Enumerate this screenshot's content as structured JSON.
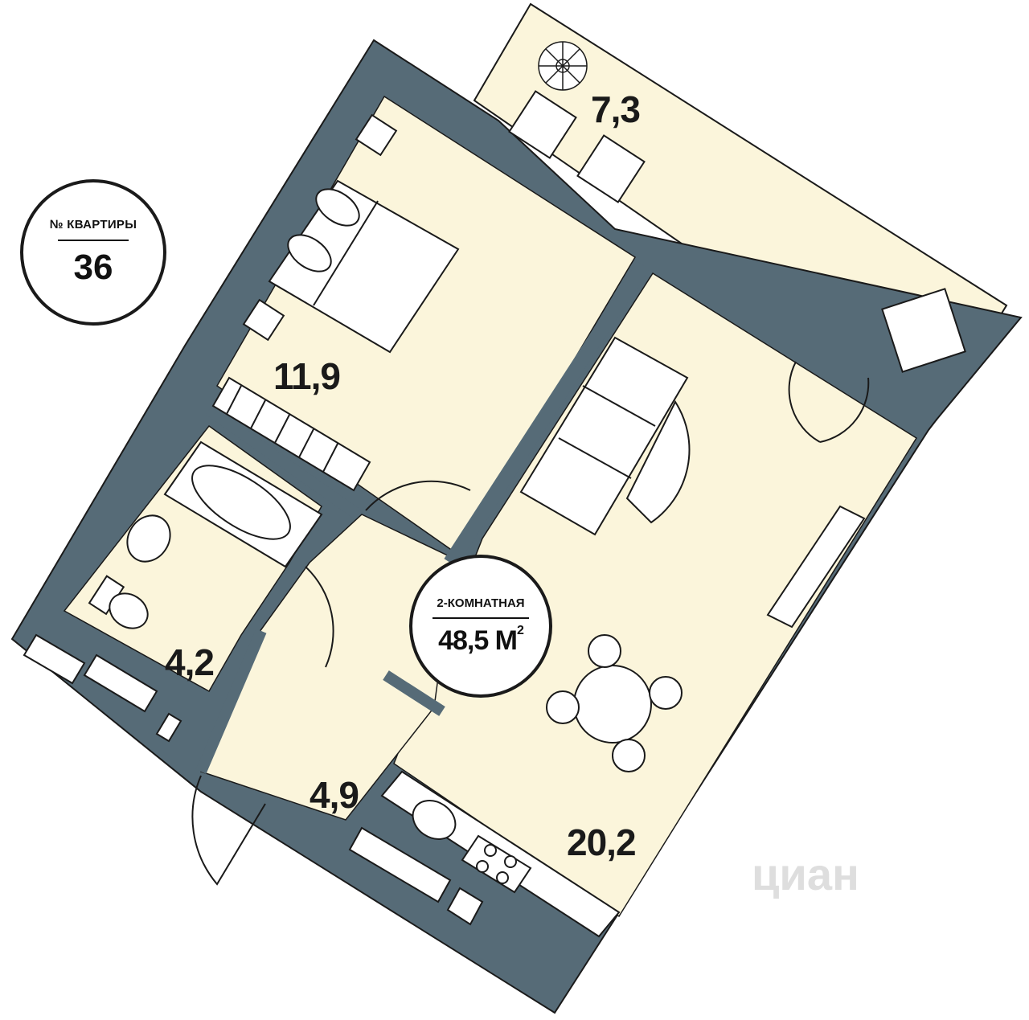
{
  "apartment": {
    "number_label": "№ КВАРТИРЫ",
    "number": "36",
    "type": "2-КОМНАТНАЯ",
    "total_area": "48,5 М",
    "total_area_sup": "2"
  },
  "rooms": {
    "balcony": "7,3",
    "bedroom": "11,9",
    "bathroom": "4,2",
    "hallway": "4,9",
    "living_kitchen": "20,2"
  },
  "watermark": "циан",
  "colors": {
    "wall": "#566b77",
    "floor": "#fbf5db",
    "line": "#1a1a1a",
    "furniture": "#ffffff"
  }
}
